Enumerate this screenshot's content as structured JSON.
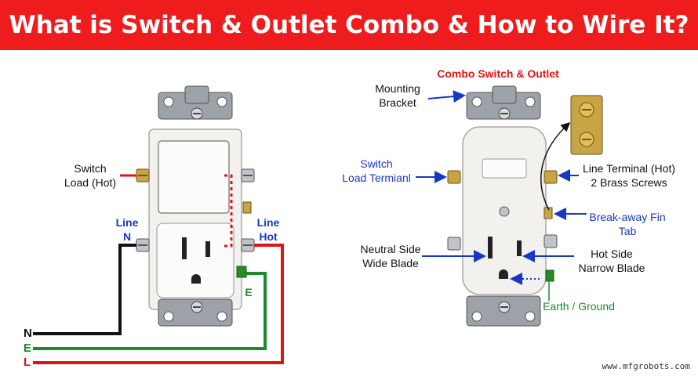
{
  "title": "What is Switch & Outlet Combo & How to Wire It?",
  "colors": {
    "banner": "#ee1c1c",
    "hot": "#e01515",
    "earth": "#1a8a2a",
    "neutral": "#111111",
    "callout": "#1637c8"
  },
  "left_diagram": {
    "switch_load": "Switch\nLoad (Hot)",
    "line_n": "Line\nN",
    "line_hot": "Line\nHot",
    "earth_tag": "E",
    "wire_n": "N",
    "wire_e": "E",
    "wire_l": "L"
  },
  "right_diagram": {
    "heading": "Combo Switch & Outlet",
    "mounting_bracket": "Mounting\nBracket",
    "switch_load_terminal": "Switch\nLoad Termianl",
    "line_terminal": "Line Terminal (Hot)\n2 Brass Screws",
    "breakaway_fin": "Break-away Fin\nTab",
    "neutral_side": "Neutral Side\nWide Blade",
    "hot_side": "Hot Side\nNarrow Blade",
    "earth_ground": "Earth / Ground"
  },
  "watermark": "www.mfgrobots.com"
}
